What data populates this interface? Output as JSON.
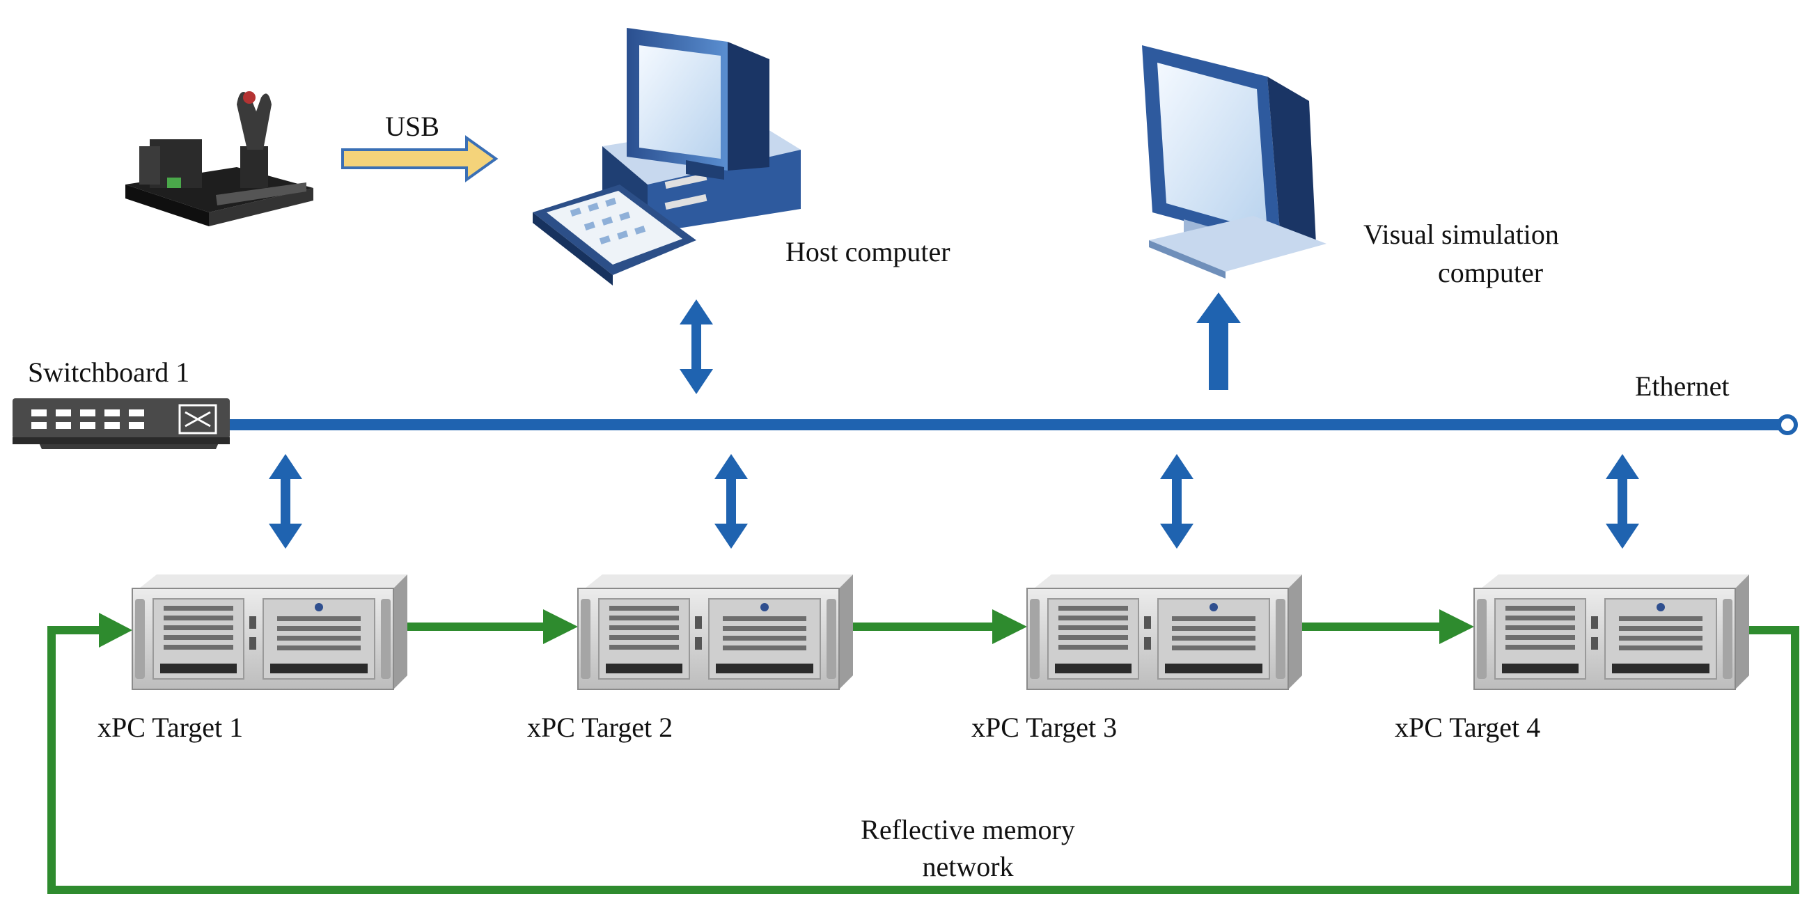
{
  "labels": {
    "usb": "USB",
    "host": "Host computer",
    "visual_line1": "Visual simulation",
    "visual_line2": "computer",
    "switchboard": "Switchboard 1",
    "ethernet": "Ethernet",
    "reflective_line1": "Reflective memory",
    "reflective_line2": "network"
  },
  "targets": [
    "xPC Target 1",
    "xPC Target 2",
    "xPC Target 3",
    "xPC Target 4"
  ],
  "colors": {
    "ethernet": "#1f63b0",
    "ring": "#2e8b2e",
    "usb_fill": "#f4d37a",
    "usb_stroke": "#3a6fb5",
    "server_body": "#d7d7d7",
    "screen": "#dbe9f6"
  }
}
